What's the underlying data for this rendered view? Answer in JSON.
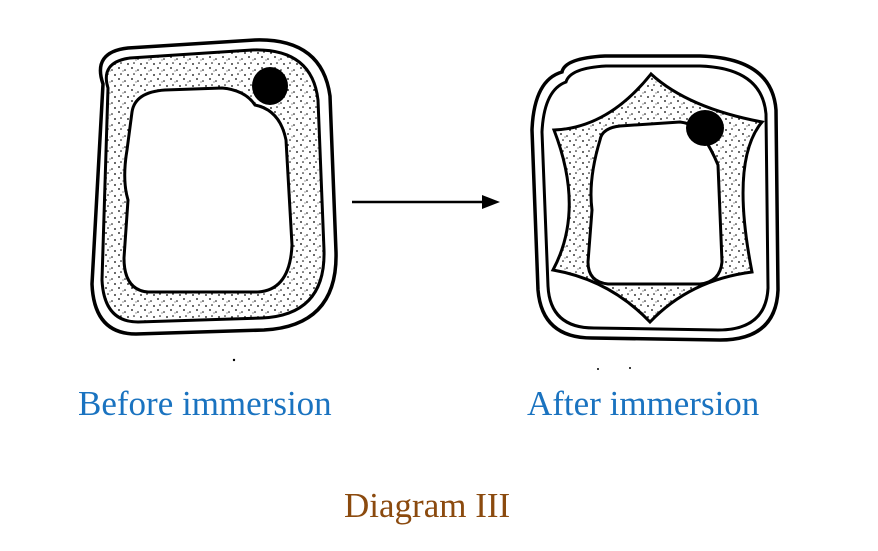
{
  "labels": {
    "before": "Before immersion",
    "after": "After immersion",
    "title": "Diagram III"
  },
  "colors": {
    "label_blue": "#1a73c0",
    "title_brown": "#8b4a0e",
    "ink": "#000000",
    "background": "#ffffff"
  },
  "cells": [
    {
      "name": "cell-before-immersion",
      "state": "plasma membrane pressed against cell wall"
    },
    {
      "name": "cell-after-immersion",
      "state": "plasmolysed, cytoplasm pulled away from cell wall"
    }
  ]
}
